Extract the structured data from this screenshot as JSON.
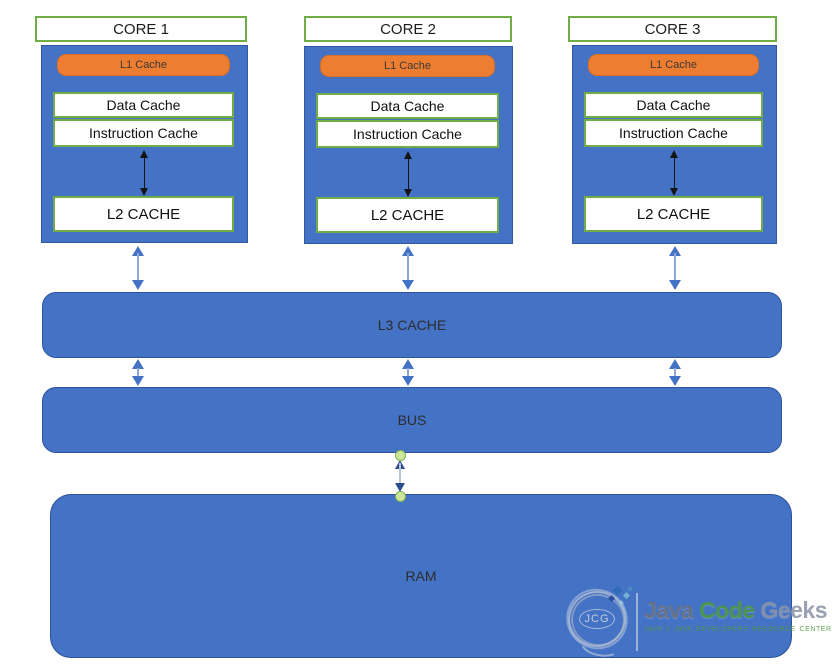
{
  "diagram": {
    "cores": [
      {
        "label": "CORE 1",
        "l1": "L1 Cache",
        "data_cache": "Data Cache",
        "instruction_cache": "Instruction Cache",
        "l2": "L2 CACHE"
      },
      {
        "label": "CORE 2",
        "l1": "L1 Cache",
        "data_cache": "Data Cache",
        "instruction_cache": "Instruction Cache",
        "l2": "L2 CACHE"
      },
      {
        "label": "CORE 3",
        "l1": "L1 Cache",
        "data_cache": "Data Cache",
        "instruction_cache": "Instruction Cache",
        "l2": "L2 CACHE"
      }
    ],
    "l3_label": "L3 CACHE",
    "bus_label": "BUS",
    "ram_label": "RAM"
  },
  "colors": {
    "box_blue": "#4472C4",
    "box_blue_border": "#2c5399",
    "accent_orange": "#ED7D31",
    "border_green": "#70AD47",
    "arrow_blue": "#4472C4",
    "arrow_black": "#141414",
    "handle_green_fill": "#cde79a",
    "handle_green_border": "#7fb24e"
  },
  "watermark": {
    "monogram": "JCG",
    "title_words": [
      "Java",
      "Code",
      "Geeks"
    ],
    "subtitle": "Java 2 Java Developers Resource Center"
  }
}
